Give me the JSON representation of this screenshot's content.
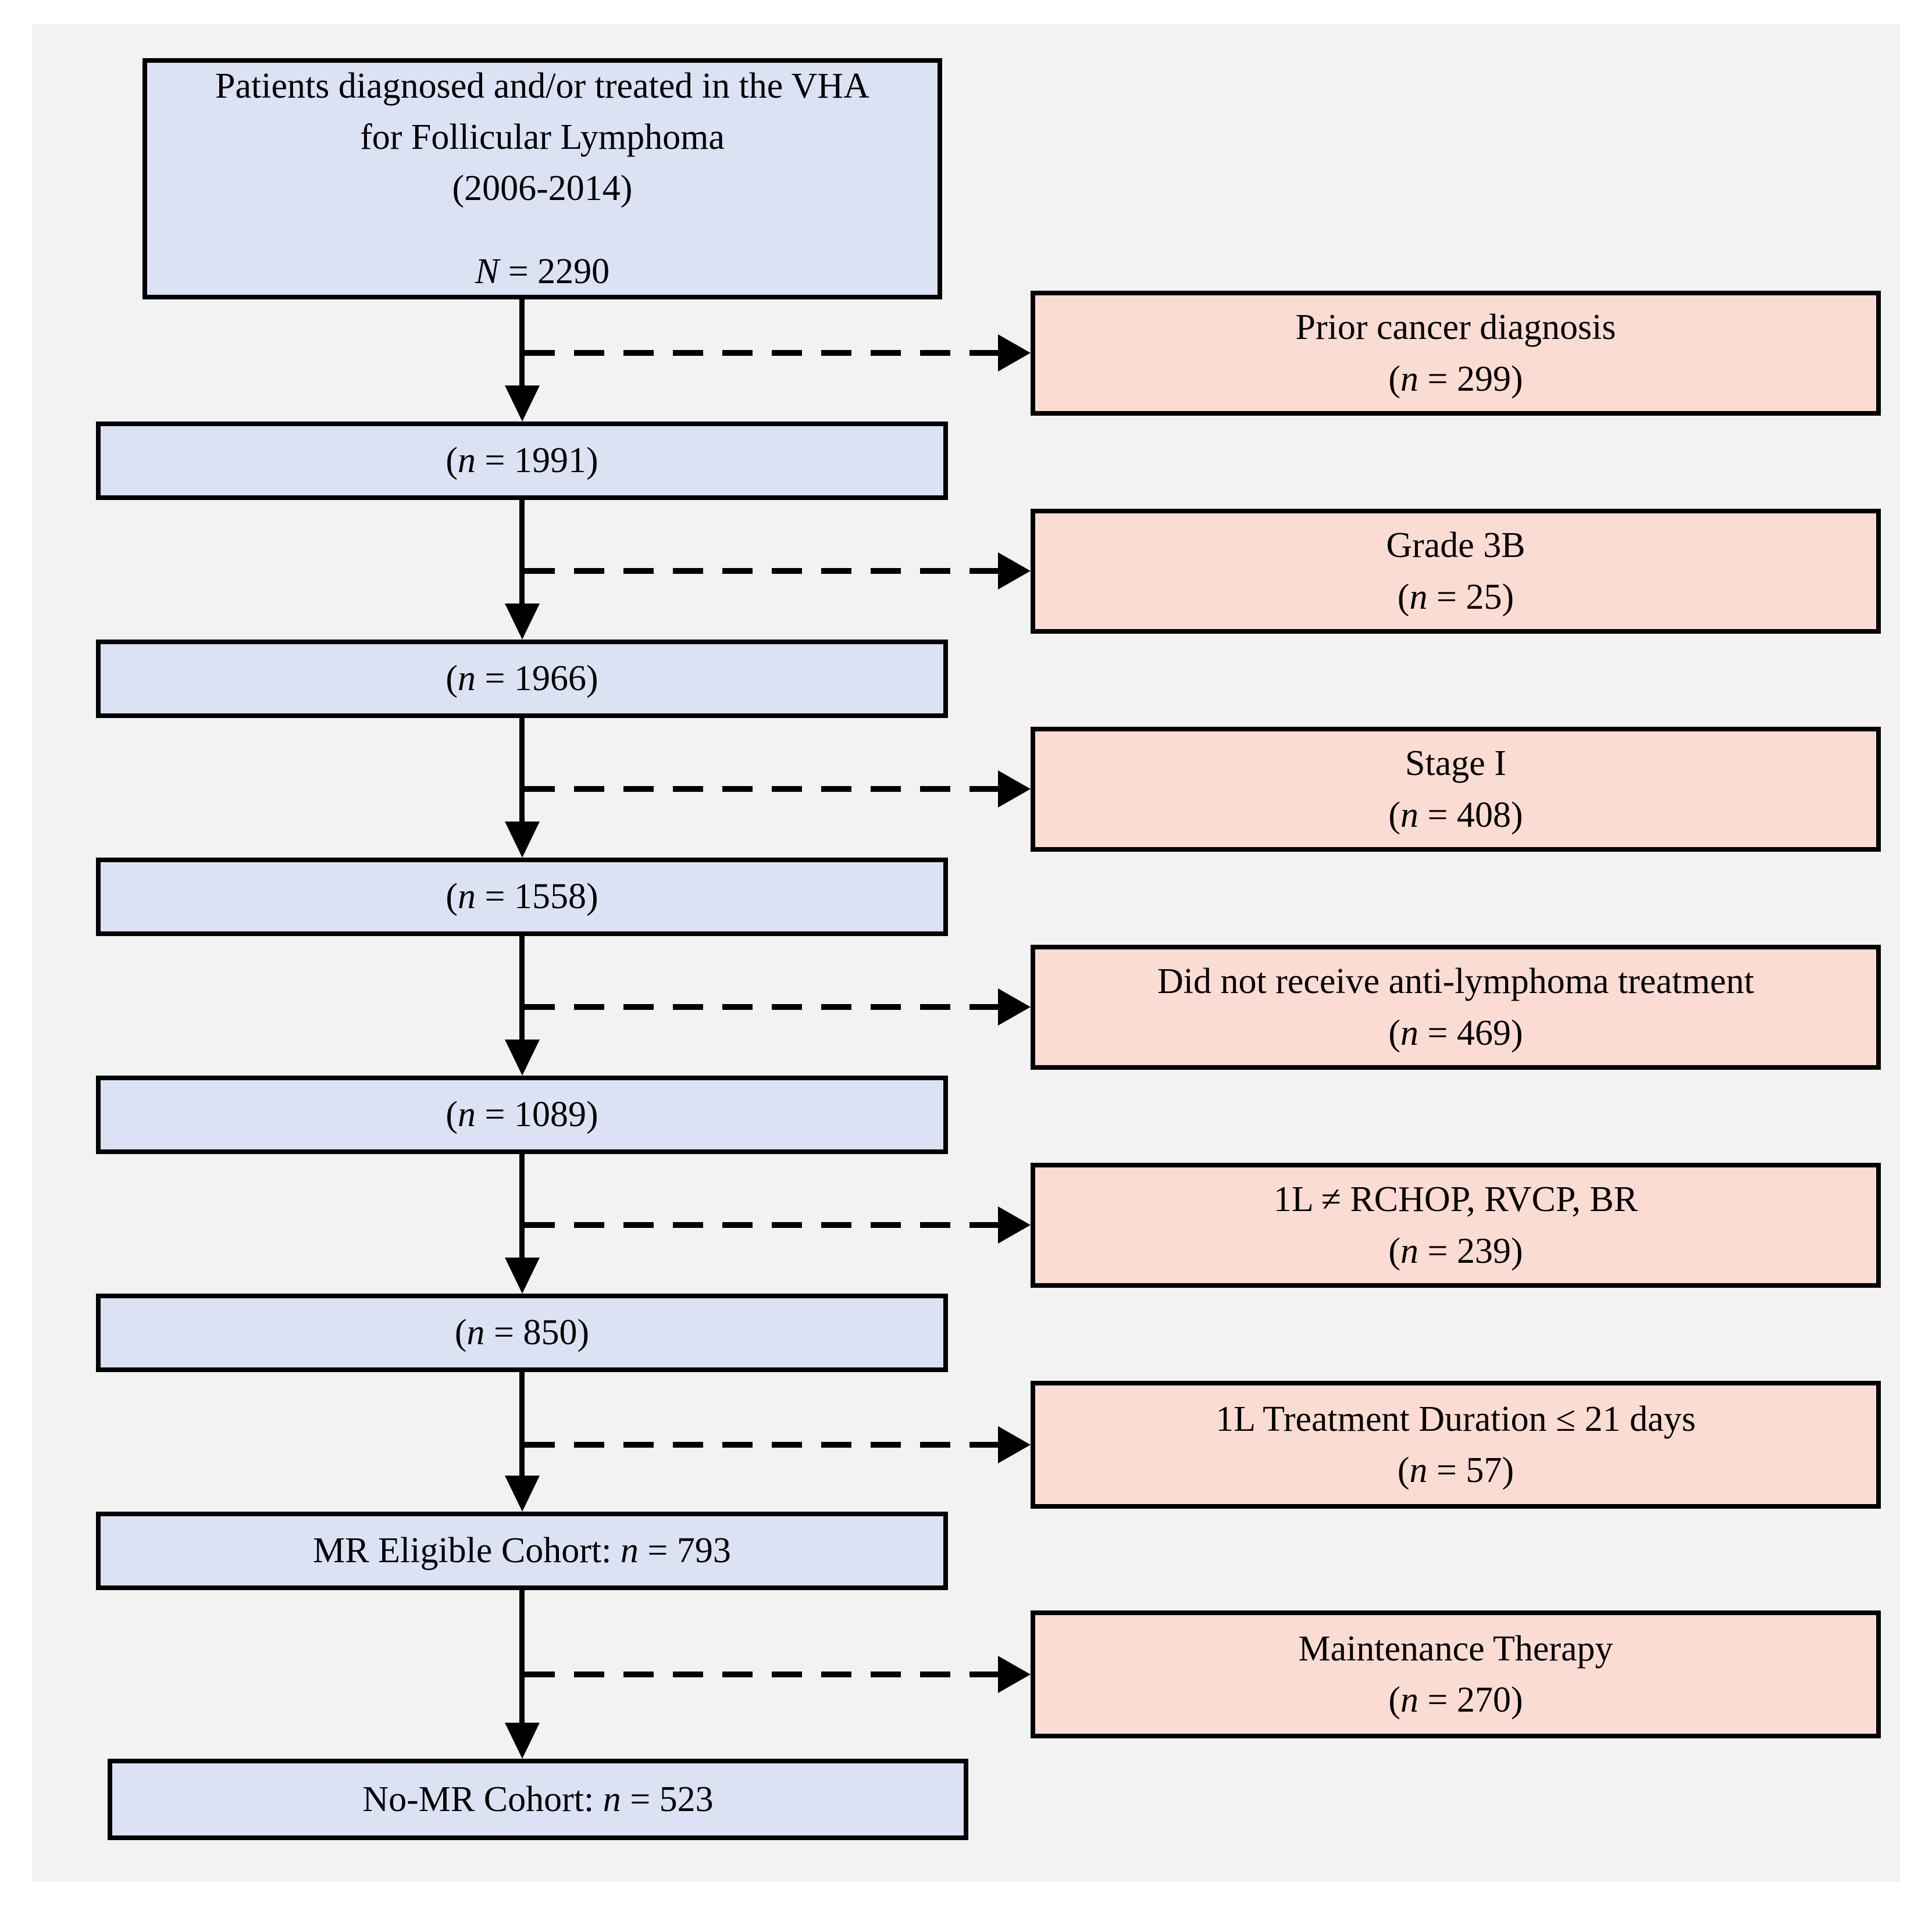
{
  "palette": {
    "background": "#f2f2f3",
    "box_blue": "#dbe2f3",
    "box_pink": "#fbdcd3",
    "border": "#000000"
  },
  "flow": {
    "main_boxes": [
      {
        "name": "initial-cohort",
        "lines": [
          "Patients diagnosed and/or treated in the VHA",
          "for Follicular Lymphoma",
          "(2006-2014)",
          "N = 2290"
        ]
      },
      {
        "name": "after-prior-cancer-exclusion",
        "lines": [
          "(n = 1991)"
        ]
      },
      {
        "name": "after-grade-3b-exclusion",
        "lines": [
          "(n = 1966)"
        ]
      },
      {
        "name": "after-stage-i-exclusion",
        "lines": [
          "(n = 1558)"
        ]
      },
      {
        "name": "after-no-treatment-exclusion",
        "lines": [
          "(n = 1089)"
        ]
      },
      {
        "name": "after-regimen-exclusion",
        "lines": [
          "(n = 850)"
        ]
      },
      {
        "name": "mr-eligible-cohort",
        "lines": [
          "MR Eligible Cohort: n = 793"
        ]
      },
      {
        "name": "no-mr-cohort",
        "lines": [
          "No-MR Cohort: n = 523"
        ]
      }
    ],
    "exclusion_boxes": [
      {
        "name": "prior-cancer-diagnosis",
        "lines": [
          "Prior cancer diagnosis",
          "(n = 299)"
        ]
      },
      {
        "name": "grade-3b",
        "lines": [
          "Grade 3B",
          "(n = 25)"
        ]
      },
      {
        "name": "stage-i",
        "lines": [
          "Stage I",
          "(n = 408)"
        ]
      },
      {
        "name": "no-anti-lymphoma-treatment",
        "lines": [
          "Did not receive anti-lymphoma treatment",
          "(n = 469)"
        ]
      },
      {
        "name": "first-line-regimen",
        "lines": [
          "1L ≠ RCHOP, RVCP, BR",
          "(n = 239)"
        ]
      },
      {
        "name": "first-line-duration",
        "lines": [
          "1L Treatment Duration ≤ 21 days",
          "(n = 57)"
        ]
      },
      {
        "name": "maintenance-therapy",
        "lines": [
          "Maintenance Therapy",
          "(n = 270)"
        ]
      }
    ]
  }
}
